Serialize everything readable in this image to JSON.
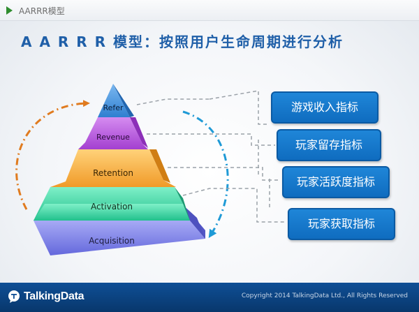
{
  "header": {
    "title": "AARRR模型"
  },
  "slide": {
    "title": "A A R R R 模型：按照用户生命周期进行分析"
  },
  "pyramid": {
    "layers": [
      {
        "label": "Refer",
        "color": "#4a90d9"
      },
      {
        "label": "Revenue",
        "color": "#b04ad6"
      },
      {
        "label": "Retention",
        "color": "#f0a030"
      },
      {
        "label": "Activation",
        "color": "#2ec89a"
      },
      {
        "label": "Acquisition",
        "color": "#6f74e0"
      }
    ]
  },
  "indicators": [
    {
      "label": "游戏收入指标"
    },
    {
      "label": "玩家留存指标"
    },
    {
      "label": "玩家活跃度指标"
    },
    {
      "label": "玩家获取指标"
    }
  ],
  "colors": {
    "orange_arrow": "#e07b1f",
    "blue_arrow": "#1f9ad6",
    "box_fill": "#1478cc"
  },
  "footer": {
    "logo_text": "TalkingData",
    "copyright": "Copyright 2014 TalkingData Ltd., All Rights Reserved"
  }
}
